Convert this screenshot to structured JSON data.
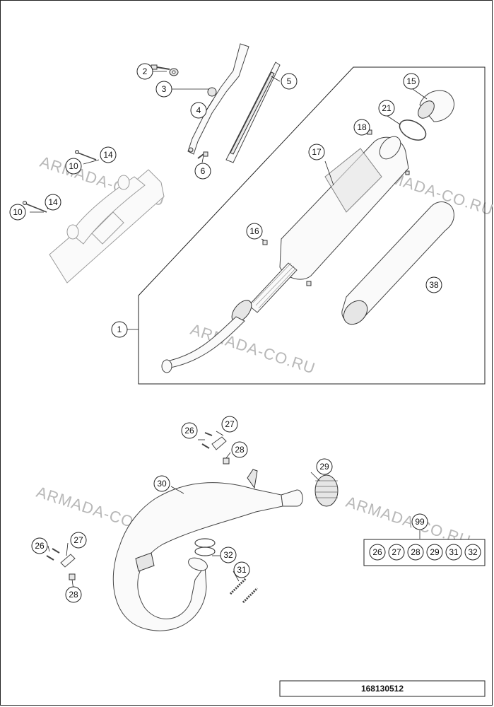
{
  "diagram_code": "168130512",
  "watermark": "ARMADA-CO.RU",
  "callouts": {
    "c1": "1",
    "c2": "2",
    "c3": "3",
    "c4": "4",
    "c5": "5",
    "c6": "6",
    "c10a": "10",
    "c10b": "10",
    "c14a": "14",
    "c14b": "14",
    "c15": "15",
    "c16": "16",
    "c17": "17",
    "c18": "18",
    "c21": "21",
    "c26a": "26",
    "c26b": "26",
    "c27a": "27",
    "c27b": "27",
    "c28a": "28",
    "c28b": "28",
    "c29": "29",
    "c30": "30",
    "c31": "31",
    "c32": "32",
    "c38": "38",
    "c99": "99"
  },
  "kit": {
    "label": "99",
    "items": [
      "26",
      "27",
      "28",
      "29",
      "31",
      "32"
    ]
  }
}
